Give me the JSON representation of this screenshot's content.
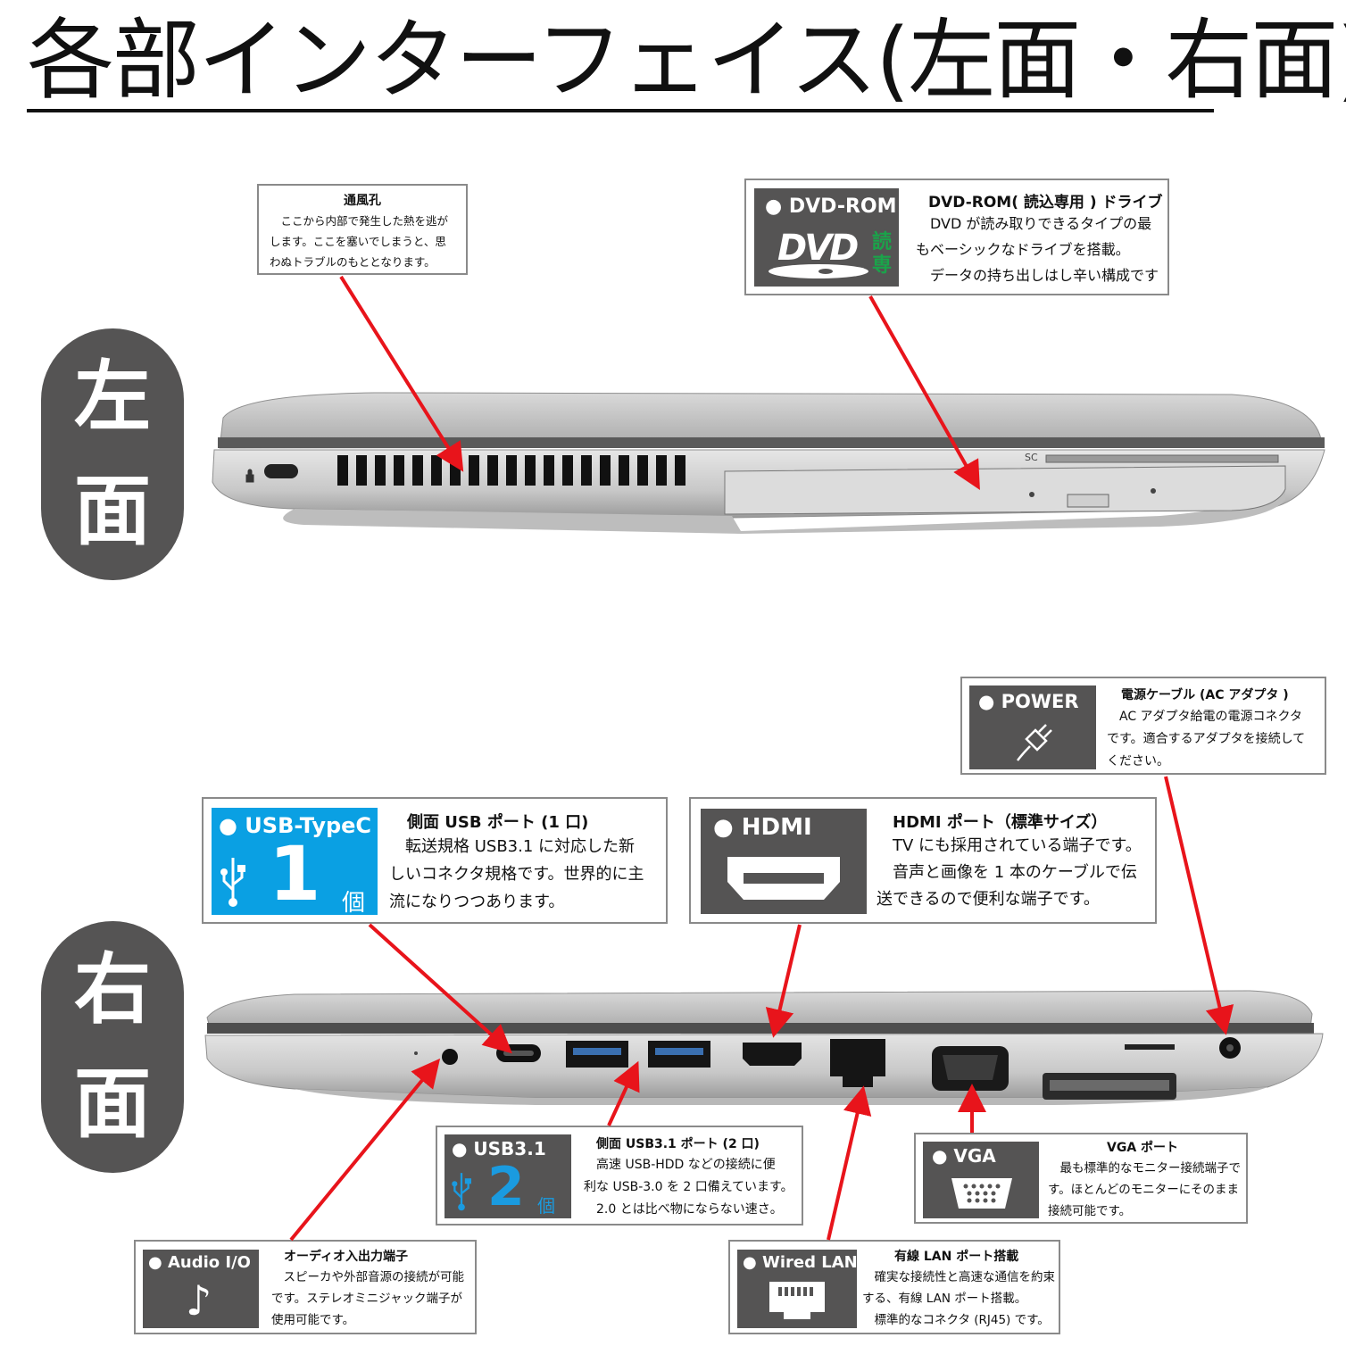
{
  "title": "各部インターフェイス(左面・右面)",
  "sides": {
    "left": [
      "左",
      "面"
    ],
    "right": [
      "右",
      "面"
    ]
  },
  "laptop_labels": {
    "left_sc": "SC"
  },
  "callouts": {
    "vent": {
      "title": "通風孔",
      "body": "　ここから内部で発生した熱を逃が\nします。ここを塞いでしまうと、思\nわぬトラブルのもととなります。"
    },
    "dvd": {
      "label": "● DVD-ROM",
      "logo": "DVD",
      "badge": "読\n専",
      "title": "DVD-ROM( 読込専用 ) ドライブ",
      "body": "　DVD が読み取りできるタイプの最\nもベーシックなドライブを搭載。\n　データの持ち出しはし辛い構成です"
    },
    "power": {
      "label": "● POWER",
      "title": "電源ケーブル (AC アダプタ )",
      "body": "　AC アダプタ給電の電源コネクタ\nです。適合するアダプタを接続して\nください。"
    },
    "usbc": {
      "label": "● USB-TypeC",
      "count": "1",
      "unit": "個",
      "title": "側面 USB ポート (1 口)",
      "body": "　転送規格 USB3.1 に対応した新\nしいコネクタ規格です。世界的に主\n流になりつつあります。"
    },
    "hdmi": {
      "label": "● HDMI",
      "title": "HDMI ポート（標準サイズ）",
      "body": "　TV にも採用されている端子です。\n　音声と画像を 1 本のケーブルで伝\n送できるので便利な端子です。"
    },
    "usb31": {
      "label": "● USB3.1",
      "count": "2",
      "unit": "個",
      "title": "側面 USB3.1 ポート (2 口)",
      "body": "　高速 USB-HDD などの接続に便\n利な USB-3.0 を 2 口備えています。\n　2.0 とは比べ物にならない速さ。"
    },
    "vga": {
      "label": "● VGA",
      "title": "VGA ポート",
      "body": "　最も標準的なモニター接続端子で\nす。ほとんどのモニターにそのまま\n接続可能です。"
    },
    "audio": {
      "label": "● Audio I/O",
      "icon": "♪",
      "title": "オーディオ入出力端子",
      "body": "　スピーカや外部音源の接続が可能\nです。ステレオミニジャック端子が\n使用可能です。"
    },
    "lan": {
      "label": "● Wired LAN",
      "title": "有線 LAN ポート搭載",
      "body": "　確実な接続性と高速な通信を約束\nする、有線 LAN ポート搭載。\n　標準的なコネクタ (RJ45) です。"
    }
  },
  "colors": {
    "badge": "#555454",
    "usbc_blue": "#0aa0e3",
    "usb_blue": "#1a9be0",
    "arrow": "#e8141b",
    "dvd_green": "#1aa44a"
  }
}
